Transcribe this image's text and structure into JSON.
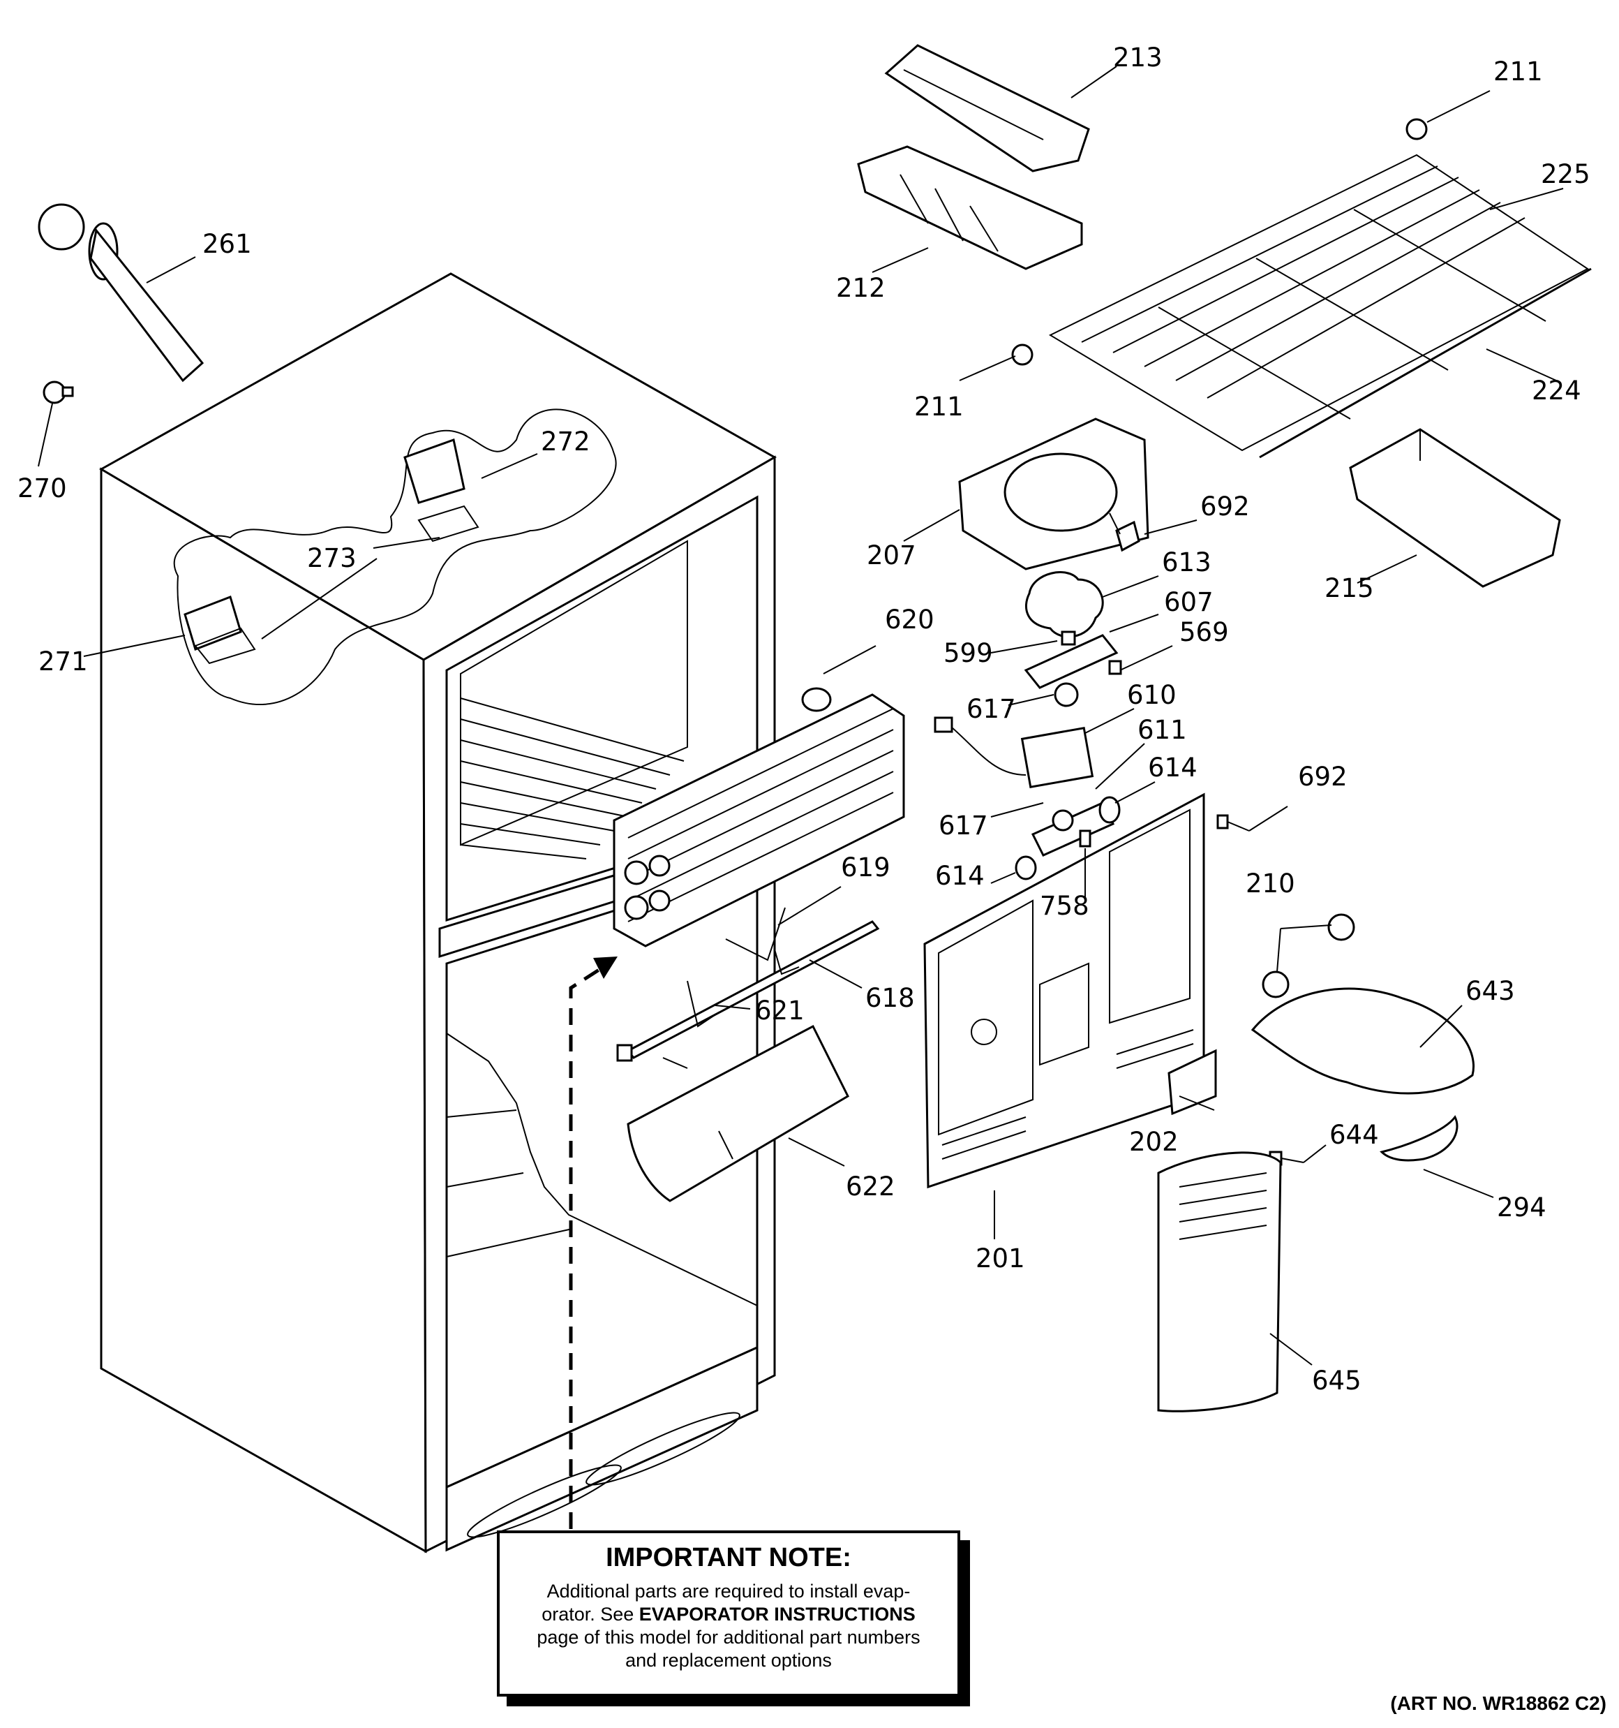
{
  "labels": {
    "p213": "213",
    "p211a": "211",
    "p225": "225",
    "p261": "261",
    "p212": "212",
    "p211b": "211",
    "p224": "224",
    "p270": "270",
    "p272": "272",
    "p273": "273",
    "p271": "271",
    "p207": "207",
    "p692a": "692",
    "p613": "613",
    "p215": "215",
    "p620": "620",
    "p607": "607",
    "p599": "599",
    "p569": "569",
    "p617a": "617",
    "p610": "610",
    "p611": "611",
    "p614a": "614",
    "p692b": "692",
    "p617b": "617",
    "p614b": "614",
    "p758": "758",
    "p619": "619",
    "p210": "210",
    "p643": "643",
    "p618": "618",
    "p621": "621",
    "p202": "202",
    "p644": "644",
    "p622": "622",
    "p294": "294",
    "p201": "201",
    "p645": "645"
  },
  "note": {
    "title": "IMPORTANT NOTE:",
    "line1": "Additional parts are required to install evap-",
    "line2_pre": "orator.  See ",
    "line2_bold": "EVAPORATOR INSTRUCTIONS",
    "line3": "page of this model for additional part numbers",
    "line4": "and replacement options"
  },
  "art_number": "(ART NO. WR18862 C2)"
}
